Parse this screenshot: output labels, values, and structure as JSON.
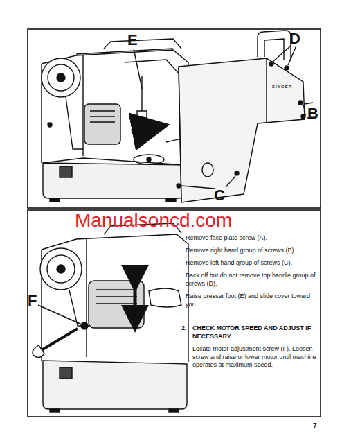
{
  "diagram": {
    "labels": [
      "E",
      "D",
      "B",
      "C",
      "SINGER",
      "F",
      "Manualsoncd.com",
      "Remove face plate screw (A).",
      "Remove right hand group of screws (B).",
      "Remove left hand group of screws (C).",
      "Back off but do not remove top handle group of screws (D).",
      "Raise presser foot (E) and slide cover toward you.",
      "2.",
      "CHECK MOTOR SPEED AND ADJUST IF NECESSARY",
      "Locate motor adjustment screw (F). Loosen screw and raise or lower motor until machine operates at maximum speed.",
      "7"
    ]
  }
}
